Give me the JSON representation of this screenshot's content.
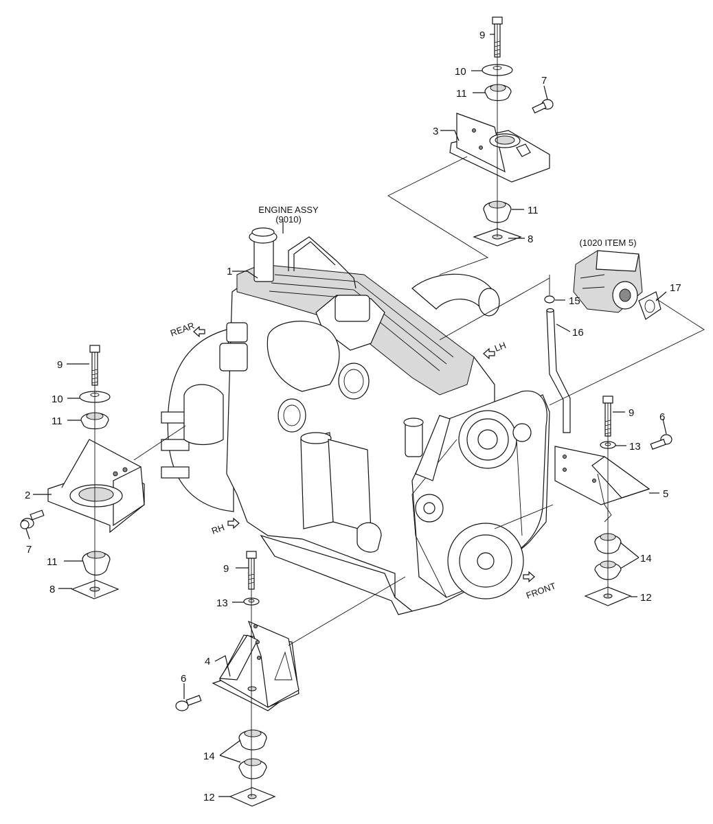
{
  "diagram": {
    "engine_label": "ENGINE ASSY",
    "engine_ref": "(9010)",
    "pump_ref": "(1020 ITEM 5)",
    "directions": {
      "rear": "REAR",
      "lh": "LH",
      "rh": "RH",
      "front": "FRONT"
    },
    "callouts": {
      "c1": "1",
      "c2": "2",
      "c3": "3",
      "c4": "4",
      "c5": "5",
      "c6a": "6",
      "c6b": "6",
      "c7a": "7",
      "c7b": "7",
      "c8a": "8",
      "c8b": "8",
      "c9a": "9",
      "c9b": "9",
      "c9c": "9",
      "c9d": "9",
      "c10a": "10",
      "c10b": "10",
      "c11a": "11",
      "c11b": "11",
      "c11c": "11",
      "c11d": "11",
      "c12a": "12",
      "c12b": "12",
      "c13a": "13",
      "c13b": "13",
      "c14a": "14",
      "c14b": "14",
      "c15": "15",
      "c16": "16",
      "c17": "17"
    }
  }
}
